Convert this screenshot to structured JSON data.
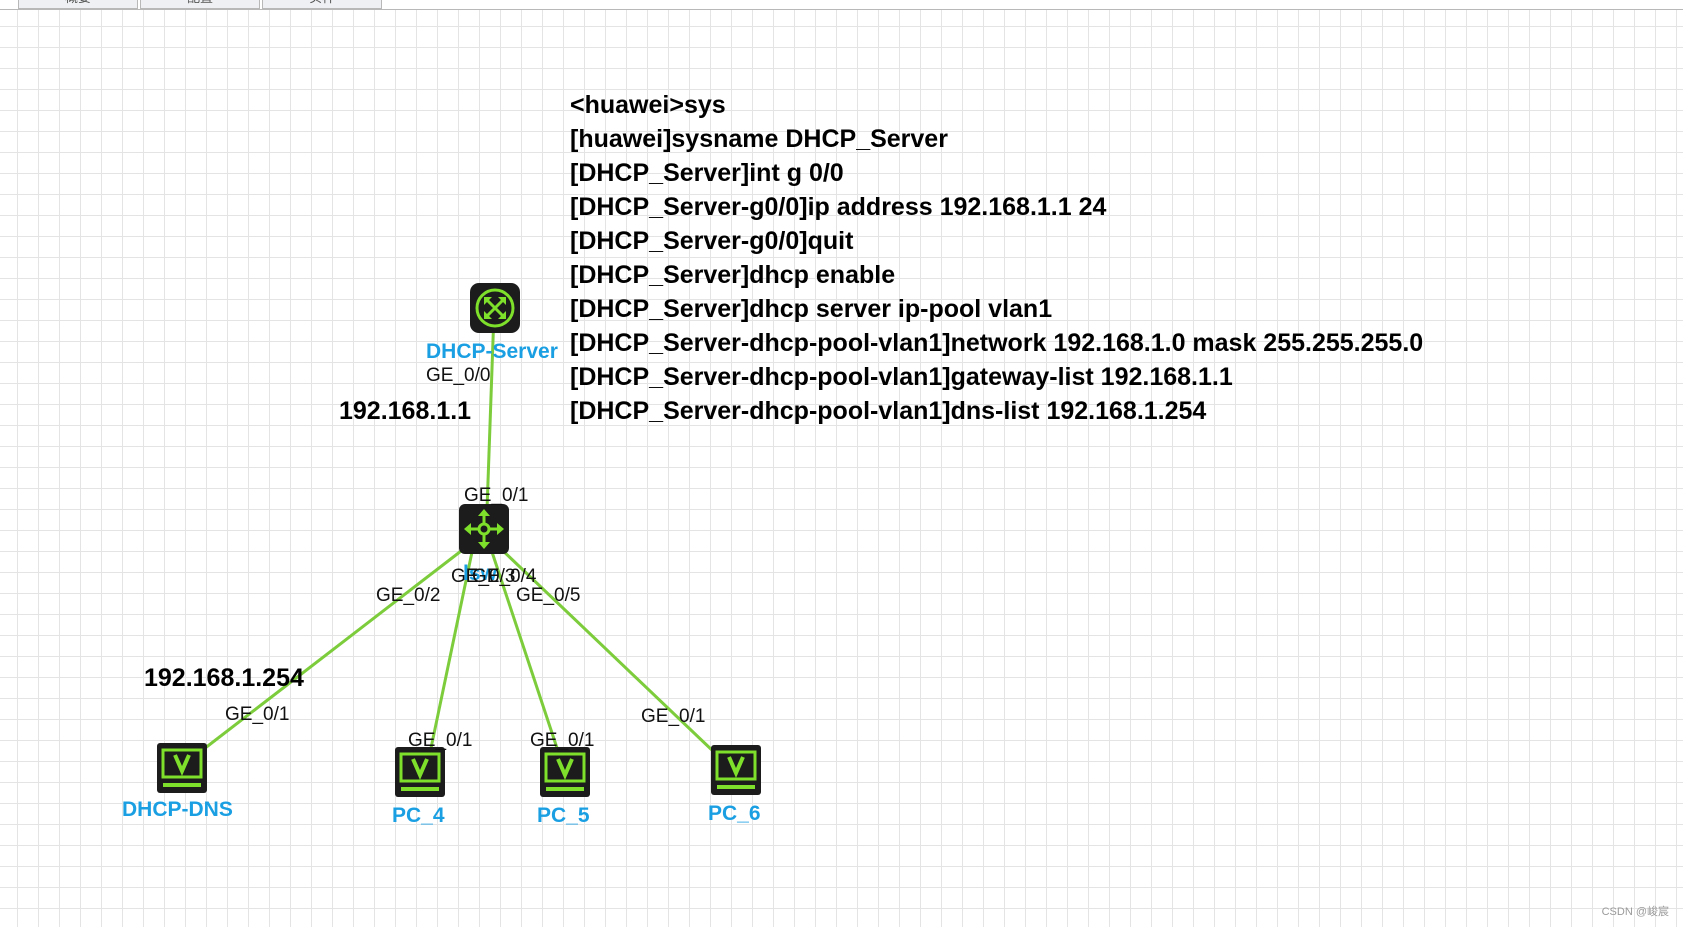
{
  "tabs": [
    {
      "label": "概要"
    },
    {
      "label": "配置"
    },
    {
      "label": "实样"
    }
  ],
  "devices": {
    "dhcp_server": {
      "label": "DHCP-Server",
      "icon": "router-icon"
    },
    "switch": {
      "label": "lsw",
      "icon": "switch-icon"
    },
    "dhcp_dns": {
      "label": "DHCP-DNS",
      "icon": "pc-icon"
    },
    "pc4": {
      "label": "PC_4",
      "icon": "pc-icon"
    },
    "pc5": {
      "label": "PC_5",
      "icon": "pc-icon"
    },
    "pc6": {
      "label": "PC_6",
      "icon": "pc-icon"
    }
  },
  "ports": {
    "server_ge00": "GE_0/0",
    "switch_ge01": "GE_0/1",
    "switch_ge02": "GE_0/2",
    "switch_ge03": "GE_0/3",
    "switch_ge04": "GE_0/4",
    "switch_ge05": "GE_0/5",
    "dns_ge01": "GE_0/1",
    "pc4_ge01": "GE_0/1",
    "pc5_ge01": "GE_0/1",
    "pc6_ge01": "GE_0/1"
  },
  "annotations": {
    "server_ip": "192.168.1.1",
    "dns_ip": "192.168.1.254"
  },
  "commands": [
    "<huawei>sys",
    "[huawei]sysname DHCP_Server",
    "[DHCP_Server]int g 0/0",
    "[DHCP_Server-g0/0]ip address 192.168.1.1 24",
    "[DHCP_Server-g0/0]quit",
    "[DHCP_Server]dhcp enable",
    "[DHCP_Server]dhcp server ip-pool vlan1",
    "[DHCP_Server-dhcp-pool-vlan1]network 192.168.1.0 mask 255.255.255.0",
    "[DHCP_Server-dhcp-pool-vlan1]gateway-list 192.168.1.1",
    "[DHCP_Server-dhcp-pool-vlan1]dns-list 192.168.1.254"
  ],
  "watermark": "CSDN @峻宸",
  "colors": {
    "link": "#7ccc3c",
    "device_label": "#1a9fe3",
    "icon_body": "#1c1c1c",
    "icon_glyph": "#7ee02a"
  }
}
